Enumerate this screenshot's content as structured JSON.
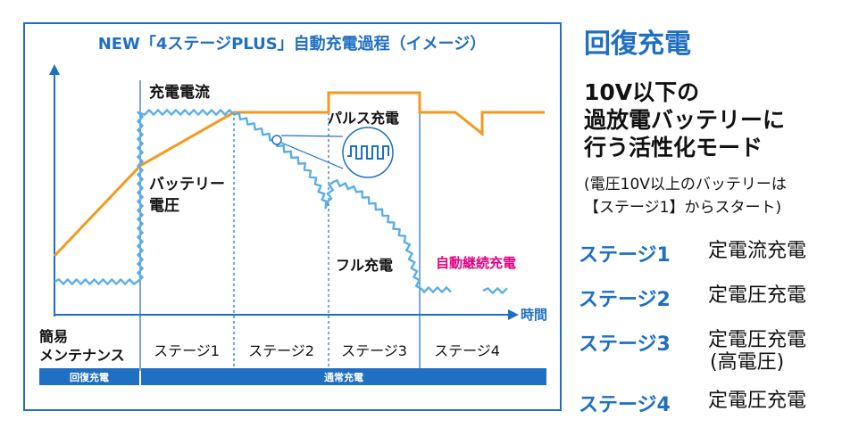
{
  "chart": {
    "title": "NEW「4ステージPLUS」自動充電過程（イメージ）",
    "labels": {
      "current": "充電電流",
      "battery_voltage_line1": "バッテリー",
      "battery_voltage_line2": "電圧",
      "pulse_charge": "パルス充電",
      "full_charge": "フル充電",
      "auto_continue": "自動継続充電",
      "time_axis": "時間"
    },
    "stage_labels": {
      "maint_line1": "簡易",
      "maint_line2": "メンテナンス",
      "stage1": "ステージ1",
      "stage2": "ステージ2",
      "stage3": "ステージ3",
      "stage4": "ステージ4"
    },
    "bar_labels": {
      "recovery": "回復充電",
      "normal": "通常充電"
    }
  },
  "side": {
    "title": "回復充電",
    "heading": [
      "10V以下の",
      "過放電バッテリーに",
      "行う活性化モード"
    ],
    "note": [
      "(電圧10V以上のバッテリーは",
      "【ステージ1】からスタート)"
    ],
    "stages": [
      {
        "name": "ステージ1",
        "desc": [
          "定電流充電"
        ]
      },
      {
        "name": "ステージ2",
        "desc": [
          "定電圧充電"
        ]
      },
      {
        "name": "ステージ3",
        "desc": [
          "定電圧充電",
          "(高電圧)"
        ]
      },
      {
        "name": "ステージ4",
        "desc": [
          "定電圧充電"
        ]
      }
    ]
  },
  "colors": {
    "blue": "#1f6fc2",
    "wave": "#5aaee8",
    "orange": "#f29a1f",
    "magenta": "#e4007f",
    "text": "#111111"
  }
}
